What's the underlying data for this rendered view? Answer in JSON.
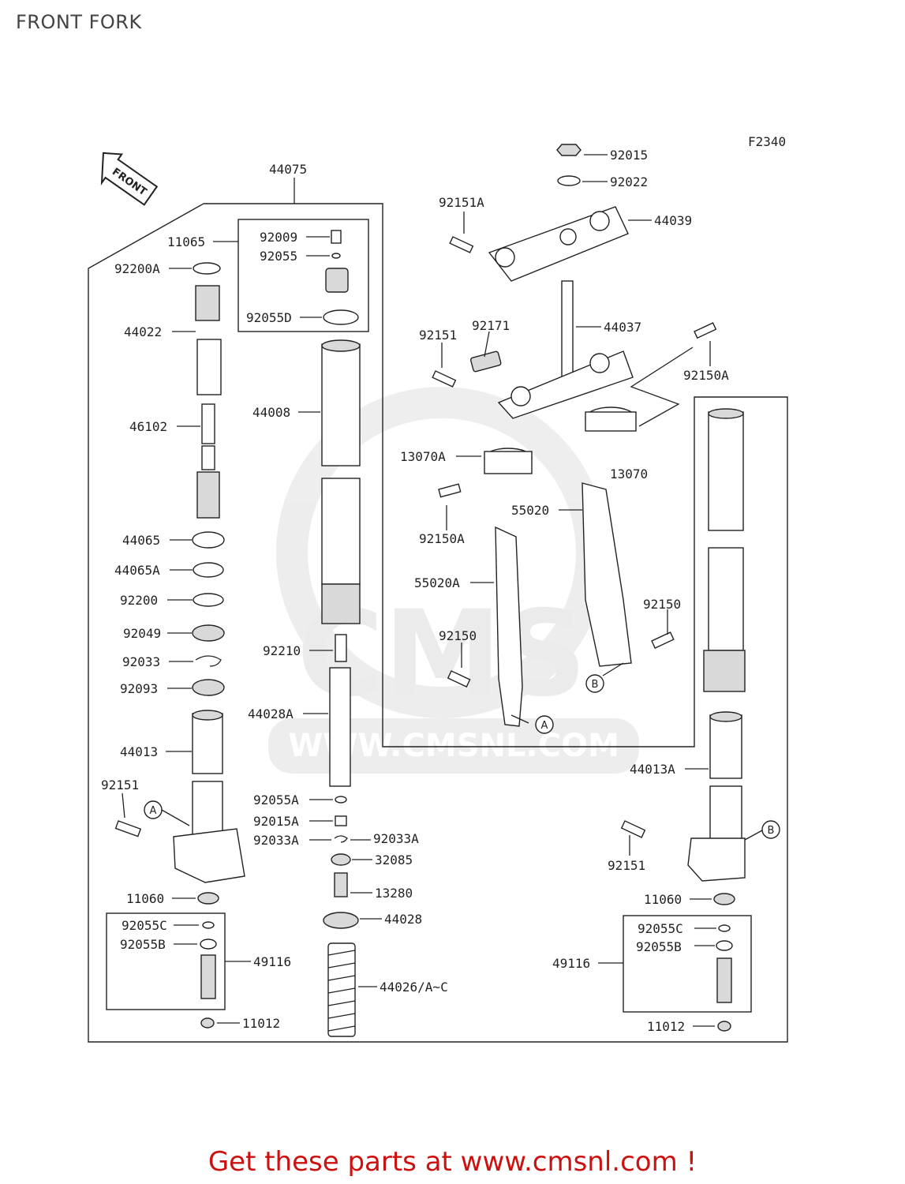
{
  "header": {
    "title": "FRONT FORK"
  },
  "figure_code": "F2340",
  "front_arrow_label": "FRONT",
  "watermark": {
    "brand": "CMS",
    "url": "WWW.CMSNL.COM"
  },
  "callouts": {
    "A": "A",
    "B": "B"
  },
  "labels": {
    "p44075": "44075",
    "p11065": "11065",
    "p92009": "92009",
    "p92055": "92055",
    "p92200A": "92200A",
    "p44022": "44022",
    "p92055D": "92055D",
    "p44008": "44008",
    "p46102": "46102",
    "p44065": "44065",
    "p44065A": "44065A",
    "p92200": "92200",
    "p92049": "92049",
    "p92033": "92033",
    "p92093": "92093",
    "p92210": "92210",
    "p44028A": "44028A",
    "p44013": "44013",
    "p92151_left": "92151",
    "p92055A": "92055A",
    "p92015A": "92015A",
    "p92033A_l": "92033A",
    "p92033A_r": "92033A",
    "p32085": "32085",
    "p11060_left": "11060",
    "p13280": "13280",
    "p92055C_left": "92055C",
    "p44028": "44028",
    "p92055B_left": "92055B",
    "p49116_left": "49116",
    "p44026": "44026/A~C",
    "p11012_left": "11012",
    "p92015": "92015",
    "p92022": "92022",
    "p92151A": "92151A",
    "p44039": "44039",
    "p92171": "92171",
    "p44037": "44037",
    "p92151_top": "92151",
    "p92150A_right": "92150A",
    "p13070A": "13070A",
    "p13070": "13070",
    "p92150A_mid": "92150A",
    "p55020": "55020",
    "p55020A": "55020A",
    "p92150_right": "92150",
    "p92150_mid": "92150",
    "p44013A": "44013A",
    "p92151_right": "92151",
    "p11060_right": "11060",
    "p92055C_right": "92055C",
    "p49116_right": "49116",
    "p92055B_right": "92055B",
    "p11012_right": "11012"
  },
  "footer": {
    "cta": "Get these parts at www.cmsnl.com !"
  },
  "colors": {
    "cta": "#cc1111",
    "lines": "#222222",
    "watermark": "#e6e6e6"
  }
}
